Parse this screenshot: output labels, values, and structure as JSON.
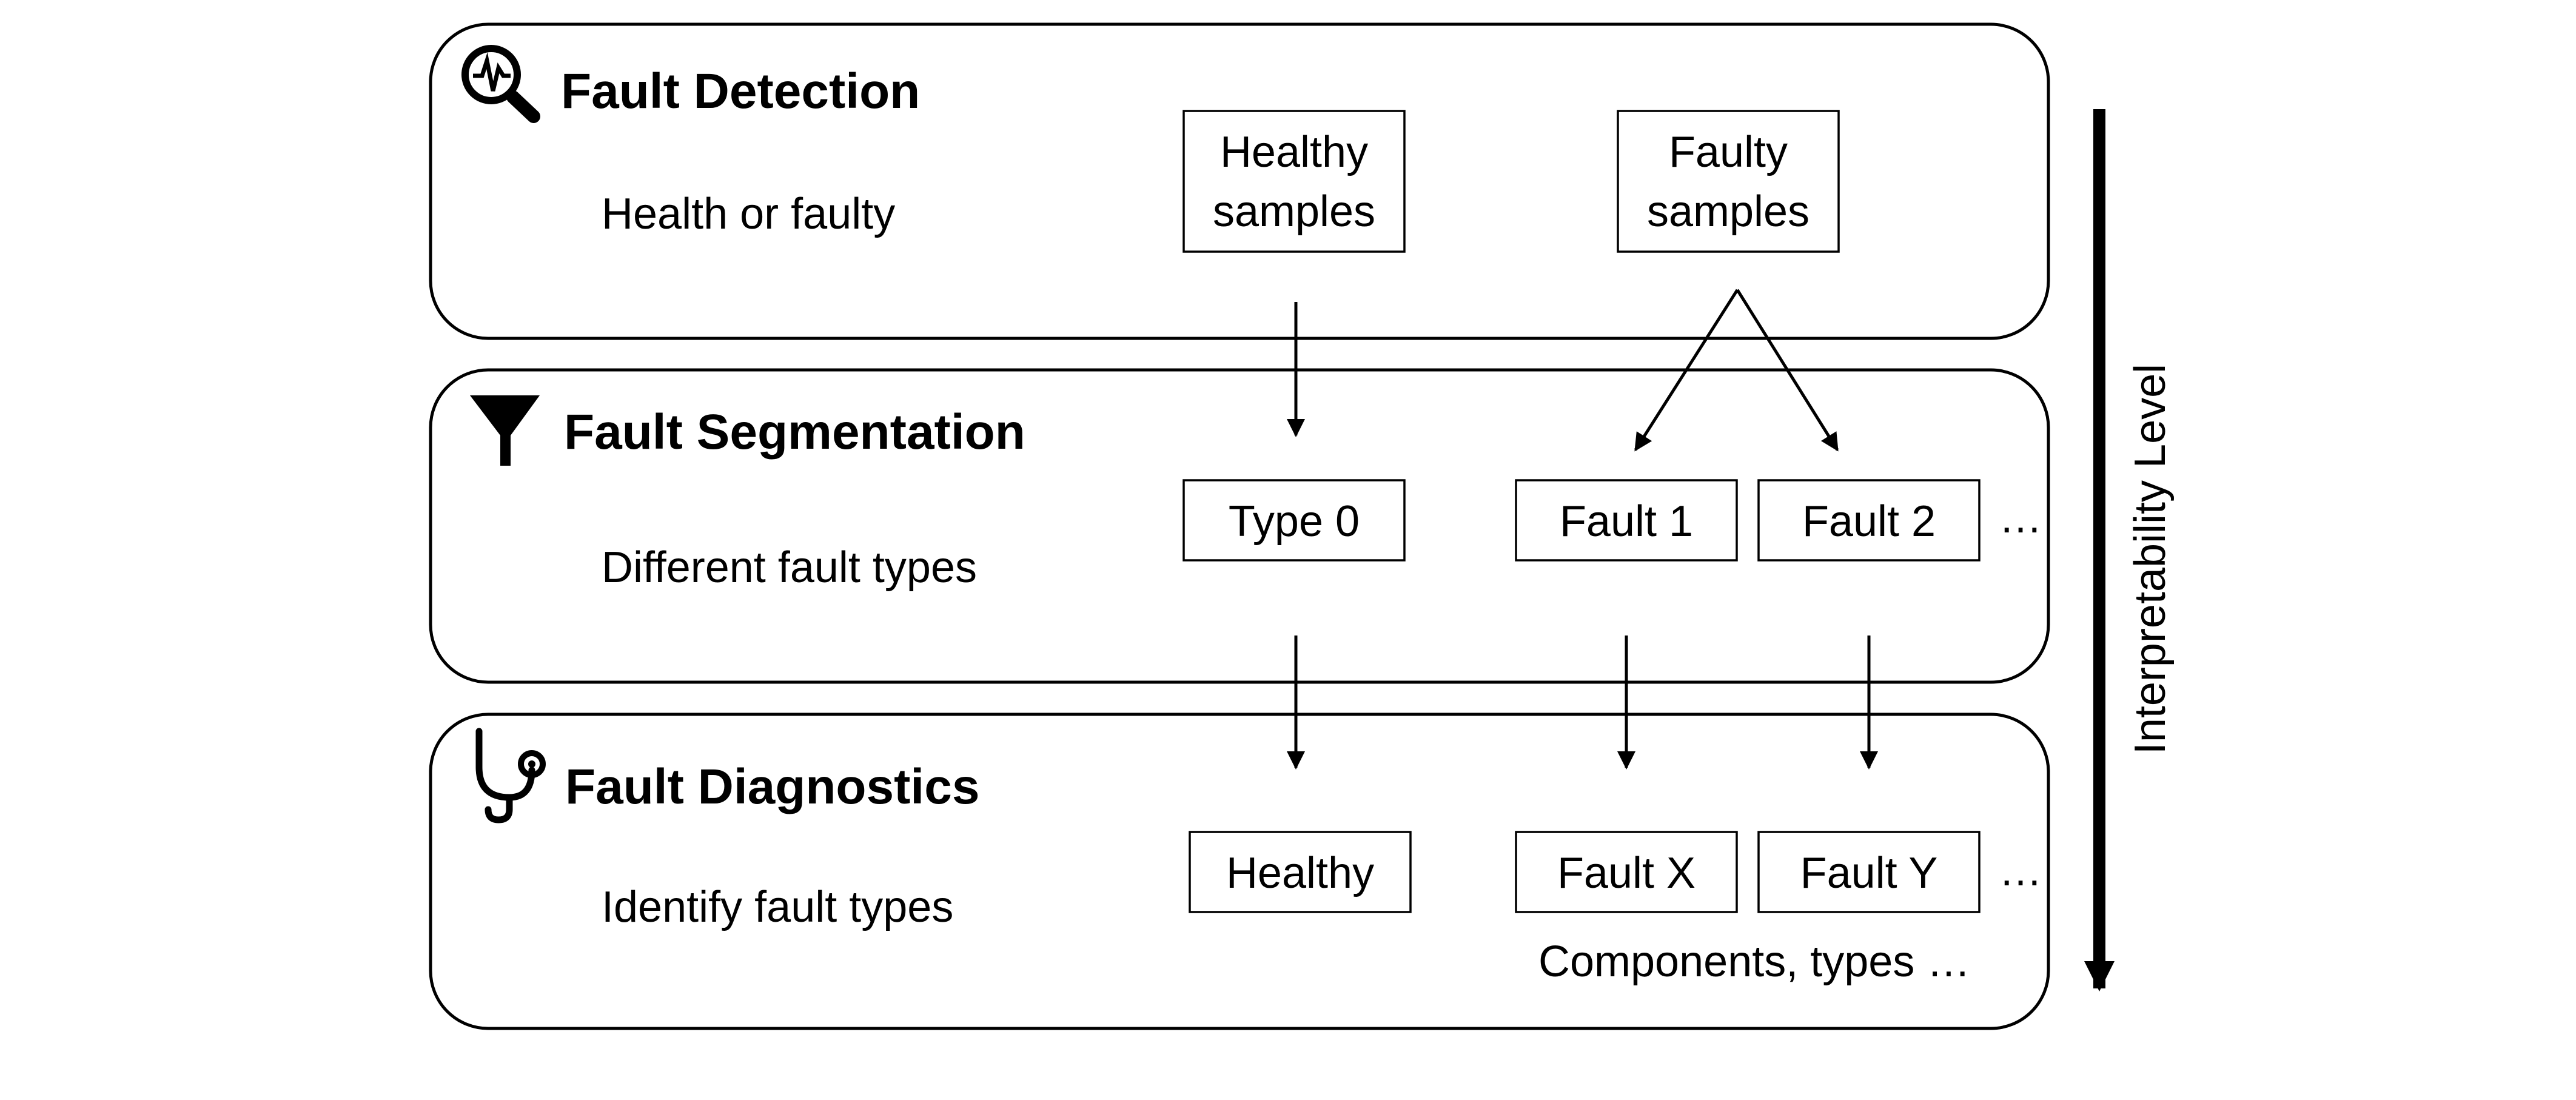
{
  "axis_label": "Interpretability Level",
  "panels": [
    {
      "title": "Fault Detection",
      "icon": "magnifier-signal-icon",
      "description": "Health or faulty",
      "boxes": [
        {
          "lines": [
            "Healthy",
            "samples"
          ]
        },
        {
          "lines": [
            "Faulty",
            "samples"
          ]
        }
      ]
    },
    {
      "title": "Fault Segmentation",
      "icon": "funnel-icon",
      "description": "Different fault types",
      "boxes": [
        {
          "lines": [
            "Type 0"
          ]
        },
        {
          "lines": [
            "Fault 1"
          ]
        },
        {
          "lines": [
            "Fault 2"
          ]
        }
      ],
      "ellipsis": "…"
    },
    {
      "title": "Fault Diagnostics",
      "icon": "stethoscope-icon",
      "description": "Identify fault types",
      "boxes": [
        {
          "lines": [
            "Healthy"
          ]
        },
        {
          "lines": [
            "Fault X"
          ]
        },
        {
          "lines": [
            "Fault Y"
          ]
        }
      ],
      "ellipsis": "…",
      "note": "Components, types …"
    }
  ]
}
